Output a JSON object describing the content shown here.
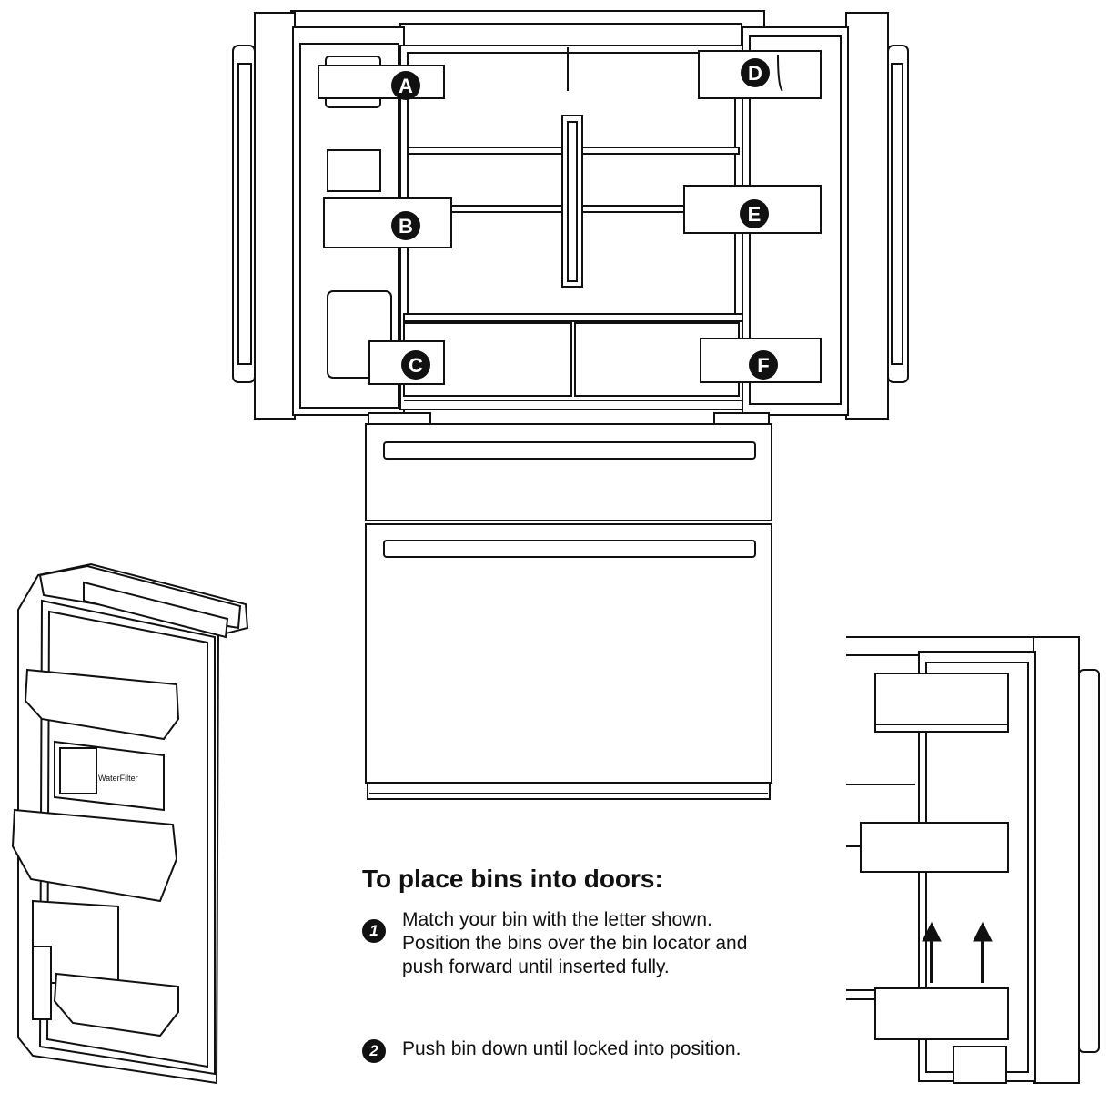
{
  "bins": [
    {
      "letter": "A"
    },
    {
      "letter": "B"
    },
    {
      "letter": "C"
    },
    {
      "letter": "D"
    },
    {
      "letter": "E"
    },
    {
      "letter": "F"
    }
  ],
  "instructions": {
    "title": "To place bins into doors:",
    "steps": [
      {
        "number": "1",
        "text": "Match your bin with the letter shown. Position the bins over the bin locator and push forward until inserted fully."
      },
      {
        "number": "2",
        "text": "Push bin down until locked into position."
      }
    ]
  },
  "door_labels": {
    "water_filter": "WaterFilter"
  },
  "colors": {
    "line": "#111111",
    "fill": "#ffffff",
    "badge": "#111111",
    "badge_text": "#ffffff"
  }
}
